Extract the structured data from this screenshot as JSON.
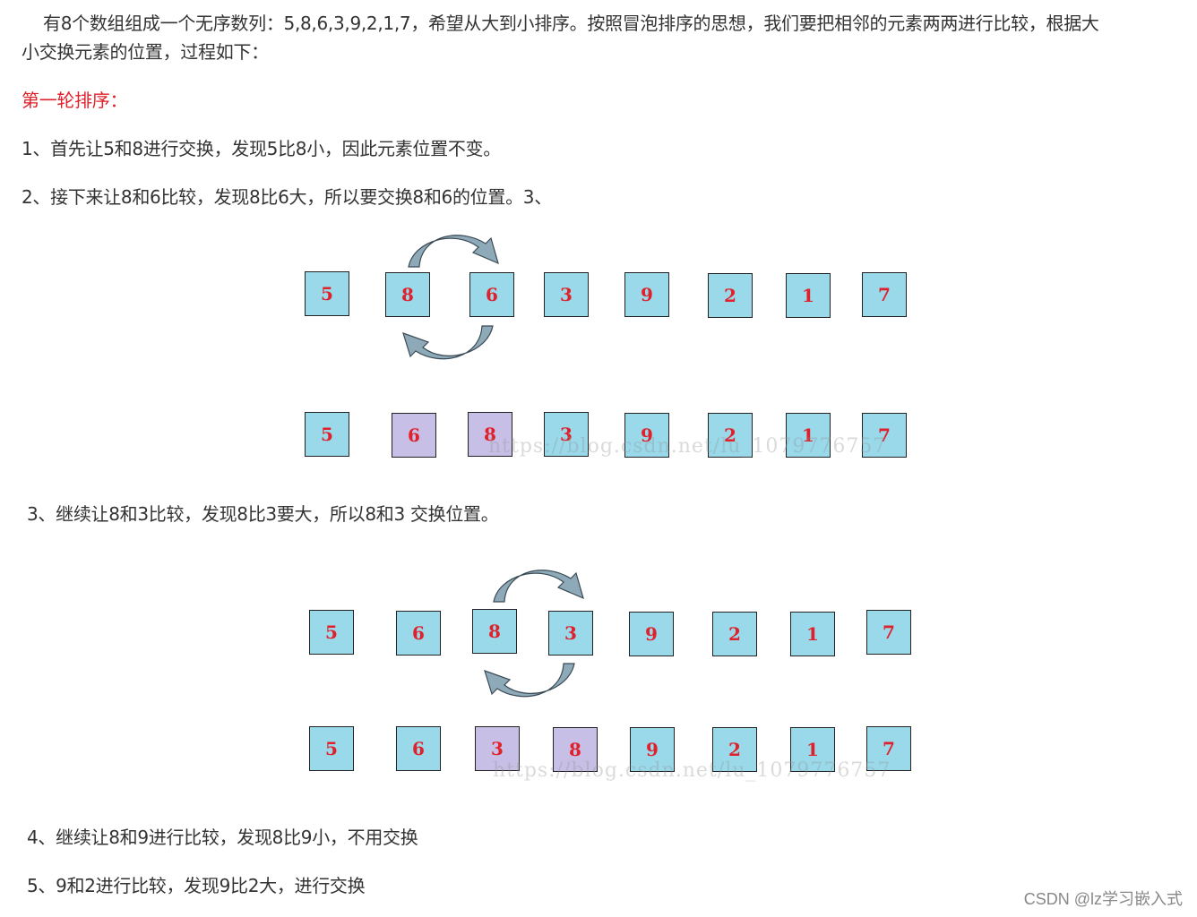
{
  "intro": {
    "line1": "有8个数组组成一个无序数列：5,8,6,3,9,2,1,7，希望从大到小排序。按照冒泡排序的思想，我们要把相邻的元素两两进行比较，根据大",
    "line2": "小交换元素的位置，过程如下："
  },
  "section_heading": "第一轮排序：",
  "steps": {
    "step1": "1、首先让5和8进行交换，发现5比8小，因此元素位置不变。",
    "step2": "2、接下来让8和6比较，发现8比6大，所以要交换8和6的位置。3、",
    "step3": "3、继续让8和3比较，发现8比3要大，所以8和3 交换位置。",
    "step4": "4、继续让8和9进行比较，发现8比9小，不用交换",
    "step5": "5、9和2进行比较，发现9比2大，进行交换"
  },
  "figure1": {
    "before": [
      "5",
      "8",
      "6",
      "3",
      "9",
      "2",
      "1",
      "7"
    ],
    "after": [
      "5",
      "6",
      "8",
      "3",
      "9",
      "2",
      "1",
      "7"
    ],
    "watermark": "https://blog.csdn.net/lu_1079776757"
  },
  "figure2": {
    "before": [
      "5",
      "6",
      "8",
      "3",
      "9",
      "2",
      "1",
      "7"
    ],
    "after": [
      "5",
      "6",
      "3",
      "8",
      "9",
      "2",
      "1",
      "7"
    ],
    "watermark": "https://blog.csdn.net/lu_1079776757"
  },
  "colors": {
    "box": "#99d9ea",
    "box_swapped": "#c8bfe7",
    "digit": "#e0202a",
    "arrow": "#8eaab8"
  },
  "footer": "CSDN @lz学习嵌入式"
}
